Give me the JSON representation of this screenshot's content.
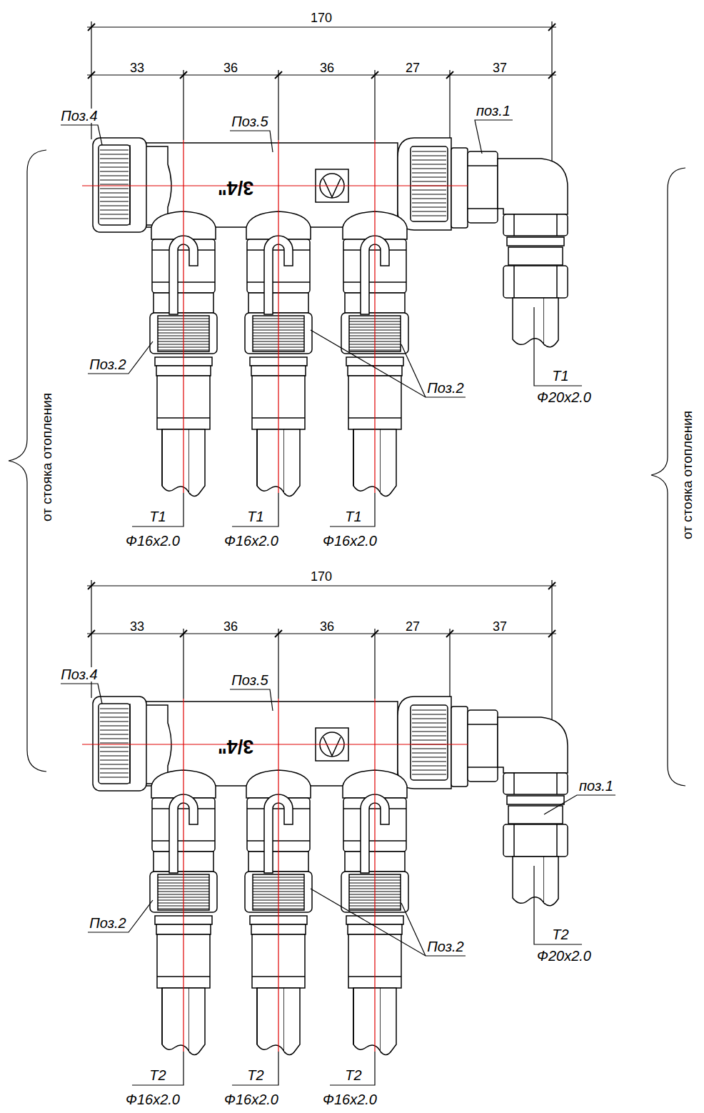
{
  "diagram": {
    "labels": [
      "170",
      "33",
      "36",
      "36",
      "27",
      "37",
      "Поз.4",
      "Поз.5",
      "поз.1",
      "3/4\"",
      "Поз.2",
      "Поз.2",
      "T1",
      "Ф20x2.0",
      "T1",
      "Ф16x2.0",
      "T1",
      "Ф16x2.0",
      "T1",
      "Ф16x2.0",
      "от стояка отопления",
      "170",
      "33",
      "36",
      "36",
      "27",
      "37",
      "Поз.4",
      "Поз.5",
      "поз.1",
      "3/4\"",
      "Поз.2",
      "Поз.2",
      "T2",
      "Ф20x2.0",
      "T2",
      "Ф16x2.0",
      "T2",
      "Ф16x2.0",
      "T2",
      "Ф16x2.0",
      "от стояка отопления"
    ]
  }
}
